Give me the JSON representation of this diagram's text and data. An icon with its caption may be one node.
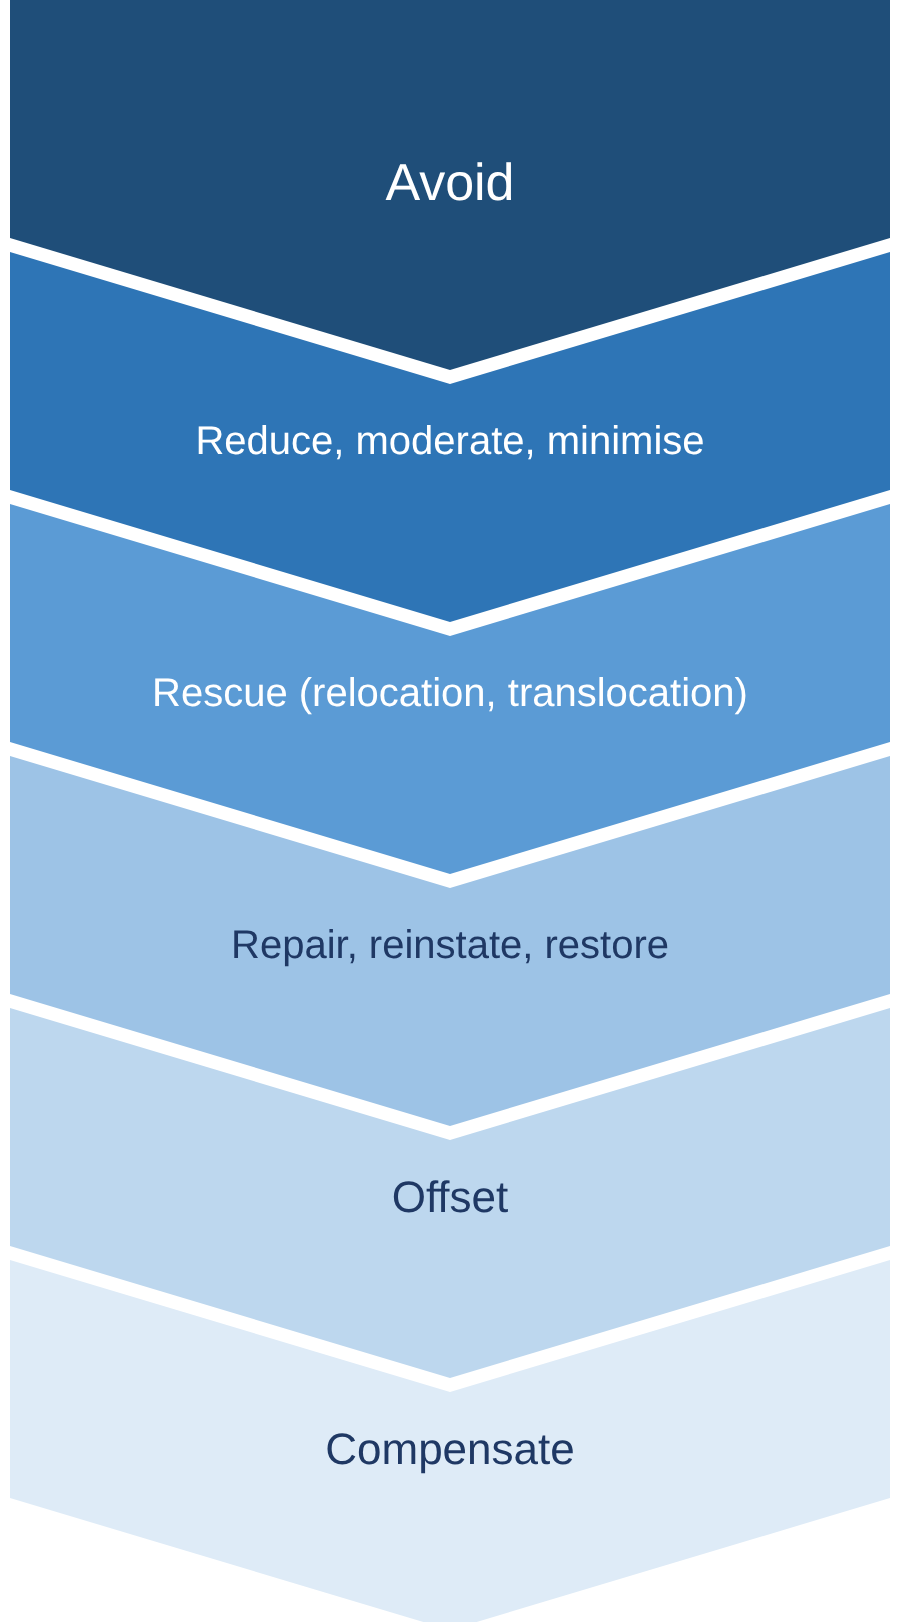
{
  "diagram": {
    "nodes": [
      {
        "text": [
          "Avoid"
        ]
      },
      {
        "text": [
          "Reduce, moderate, minimise"
        ]
      },
      {
        "text": [
          "Rescue (relocation, translocation)"
        ]
      },
      {
        "text": [
          "Repair, reinstate, restore"
        ]
      },
      {
        "text": [
          "Offset"
        ]
      },
      {
        "text": [
          "Compensate"
        ]
      }
    ]
  }
}
